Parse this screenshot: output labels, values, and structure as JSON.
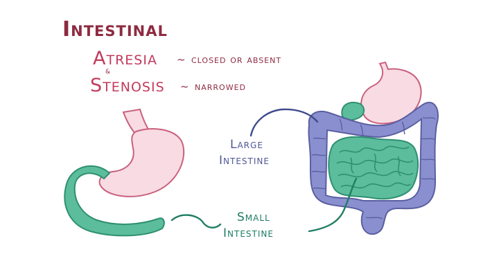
{
  "title": "Intestinal",
  "definitions": {
    "atresia": {
      "term": "Atresia",
      "sep": "~",
      "meaning": "closed or absent"
    },
    "amp": "&",
    "stenosis": {
      "term": "Stenosis",
      "sep": "~",
      "meaning": "narrowed"
    }
  },
  "labels": {
    "large_line1": "Large",
    "large_line2": "Intestine",
    "small_line1": "Small",
    "small_line2": "Intestine"
  },
  "colors": {
    "stomach_fill": "#f8dbe3",
    "stomach_stroke": "#c9607e",
    "small_intestine": "#5bbd9b",
    "small_intestine_stroke": "#2f8f72",
    "large_intestine": "#8a8fcf",
    "large_intestine_stroke": "#5a5fa0",
    "leader_blue": "#3e4a8c",
    "leader_green": "#1f7d63"
  }
}
